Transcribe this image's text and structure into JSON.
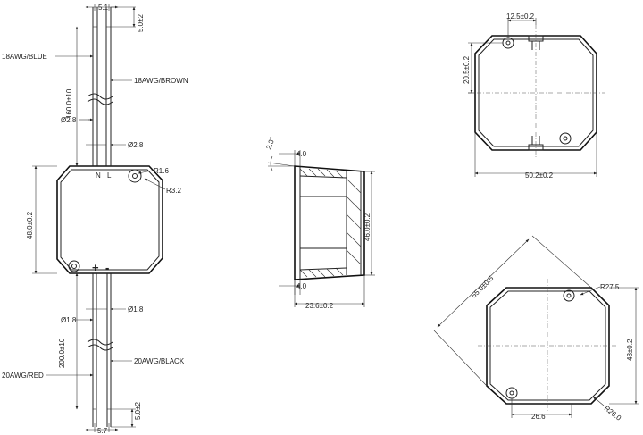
{
  "front_view": {
    "wire_pitch_top": "5.1",
    "wire_end_top": "5.0±2",
    "label_blue": "18AWG/BLUE",
    "label_brown": "18AWG/BROWN",
    "length_top": "160.0±10",
    "dia_left_top": "Ø2.8",
    "dia_right_top": "Ø2.8",
    "terminal_n": "N",
    "terminal_l": "L",
    "hole_radius": "R1.6",
    "corner_radius": "R3.2",
    "body_height": "48.0±0.2",
    "sign_plus": "+",
    "sign_minus": "-",
    "dia_right_bottom": "Ø1.8",
    "dia_left_bottom": "Ø1.8",
    "length_bottom": "200.0±10",
    "label_black": "20AWG/BLACK",
    "label_red": "20AWG/RED",
    "wire_end_bottom": "5.0±2",
    "wire_pitch_bottom": "5.7"
  },
  "side_view": {
    "draft_angle": "2.3°",
    "wall_top": "4.0",
    "height": "46.0±0.2",
    "wall_bottom": "4.0",
    "depth": "23.6±0.2"
  },
  "top_view": {
    "hole_offset": "12.5±0.2",
    "hole_spacing": "20.5±0.2",
    "width": "50.2±0.2"
  },
  "rotated_view": {
    "diagonal": "55.0±0.5",
    "radius_top": "R27.5",
    "height": "48±0.2",
    "radius_bottom": "R26.0",
    "width": "26.6"
  }
}
